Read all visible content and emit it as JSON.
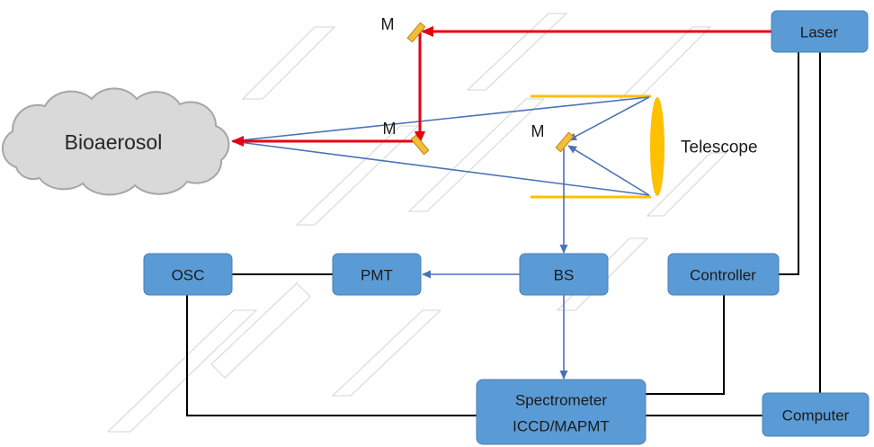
{
  "diagram": {
    "target": {
      "label": "Bioaerosol"
    },
    "mirrors": [
      {
        "label": "M"
      },
      {
        "label": "M"
      },
      {
        "label": "M"
      }
    ],
    "telescope": {
      "label": "Telescope"
    },
    "boxes": {
      "laser": "Laser",
      "osc": "OSC",
      "pmt": "PMT",
      "bs": "BS",
      "controller": "Controller",
      "spectrometer": {
        "line1": "Spectrometer",
        "line2": "ICCD/MAPMT"
      },
      "computer": "Computer"
    }
  },
  "colors": {
    "box_fill": "#5b9bd5",
    "laser_beam": "#e60012",
    "return_beam": "#4a72b8",
    "wire": "#000000",
    "optics": "#ffc000",
    "mirror": "#f3be3c",
    "cloud_fill": "#d9d9d9",
    "watermark": "#d4d4d4"
  }
}
